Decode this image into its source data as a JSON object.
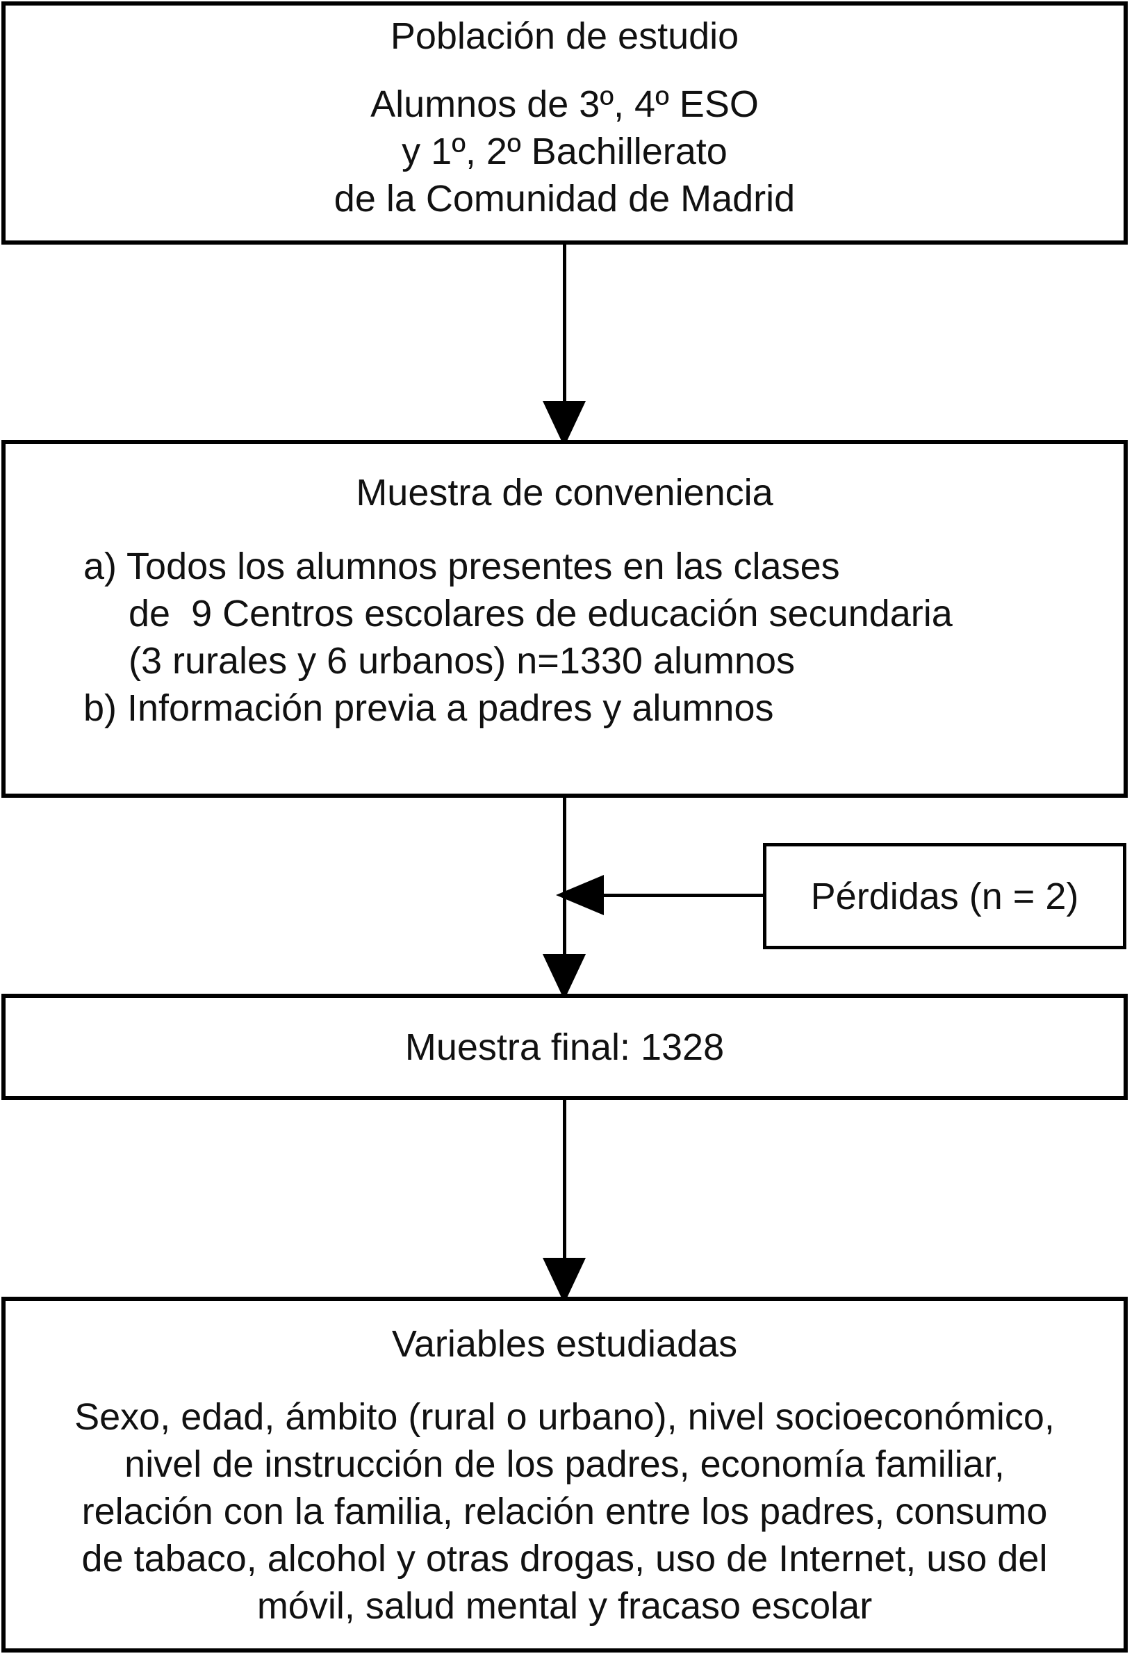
{
  "diagram": {
    "type": "study-flowchart",
    "colors": {
      "background": "#ffffff",
      "line": "#000000",
      "text": "#111111"
    },
    "boxes": [
      {
        "name": "poblacion-de-estudio",
        "title": "Población de estudio",
        "lines": [
          "Alumnos de 3º, 4º ESO",
          "y 1º, 2º Bachillerato",
          "de la Comunidad de Madrid"
        ]
      },
      {
        "name": "muestra-de-conveniencia",
        "title": "Muestra de conveniencia",
        "lines": [
          "a) Todos los alumnos presentes en las clases",
          "de  9 Centros escolares de educación secundaria",
          "(3 rurales y 6 urbanos) n=1330 alumnos",
          "b) Información previa a padres y alumnos"
        ]
      },
      {
        "name": "perdidas",
        "title": "Pérdidas (n = 2)"
      },
      {
        "name": "muestra-final",
        "title": "Muestra final: 1328"
      },
      {
        "name": "variables-estudiadas",
        "title": "Variables estudiadas",
        "lines": [
          "Sexo, edad, ámbito (rural o urbano), nivel socioeconómico,",
          "nivel de instrucción de los padres, economía familiar,",
          "relación con la familia, relación entre los padres, consumo",
          "de tabaco, alcohol y otras drogas, uso de Internet, uso del",
          "móvil, salud mental y fracaso escolar"
        ]
      }
    ]
  }
}
